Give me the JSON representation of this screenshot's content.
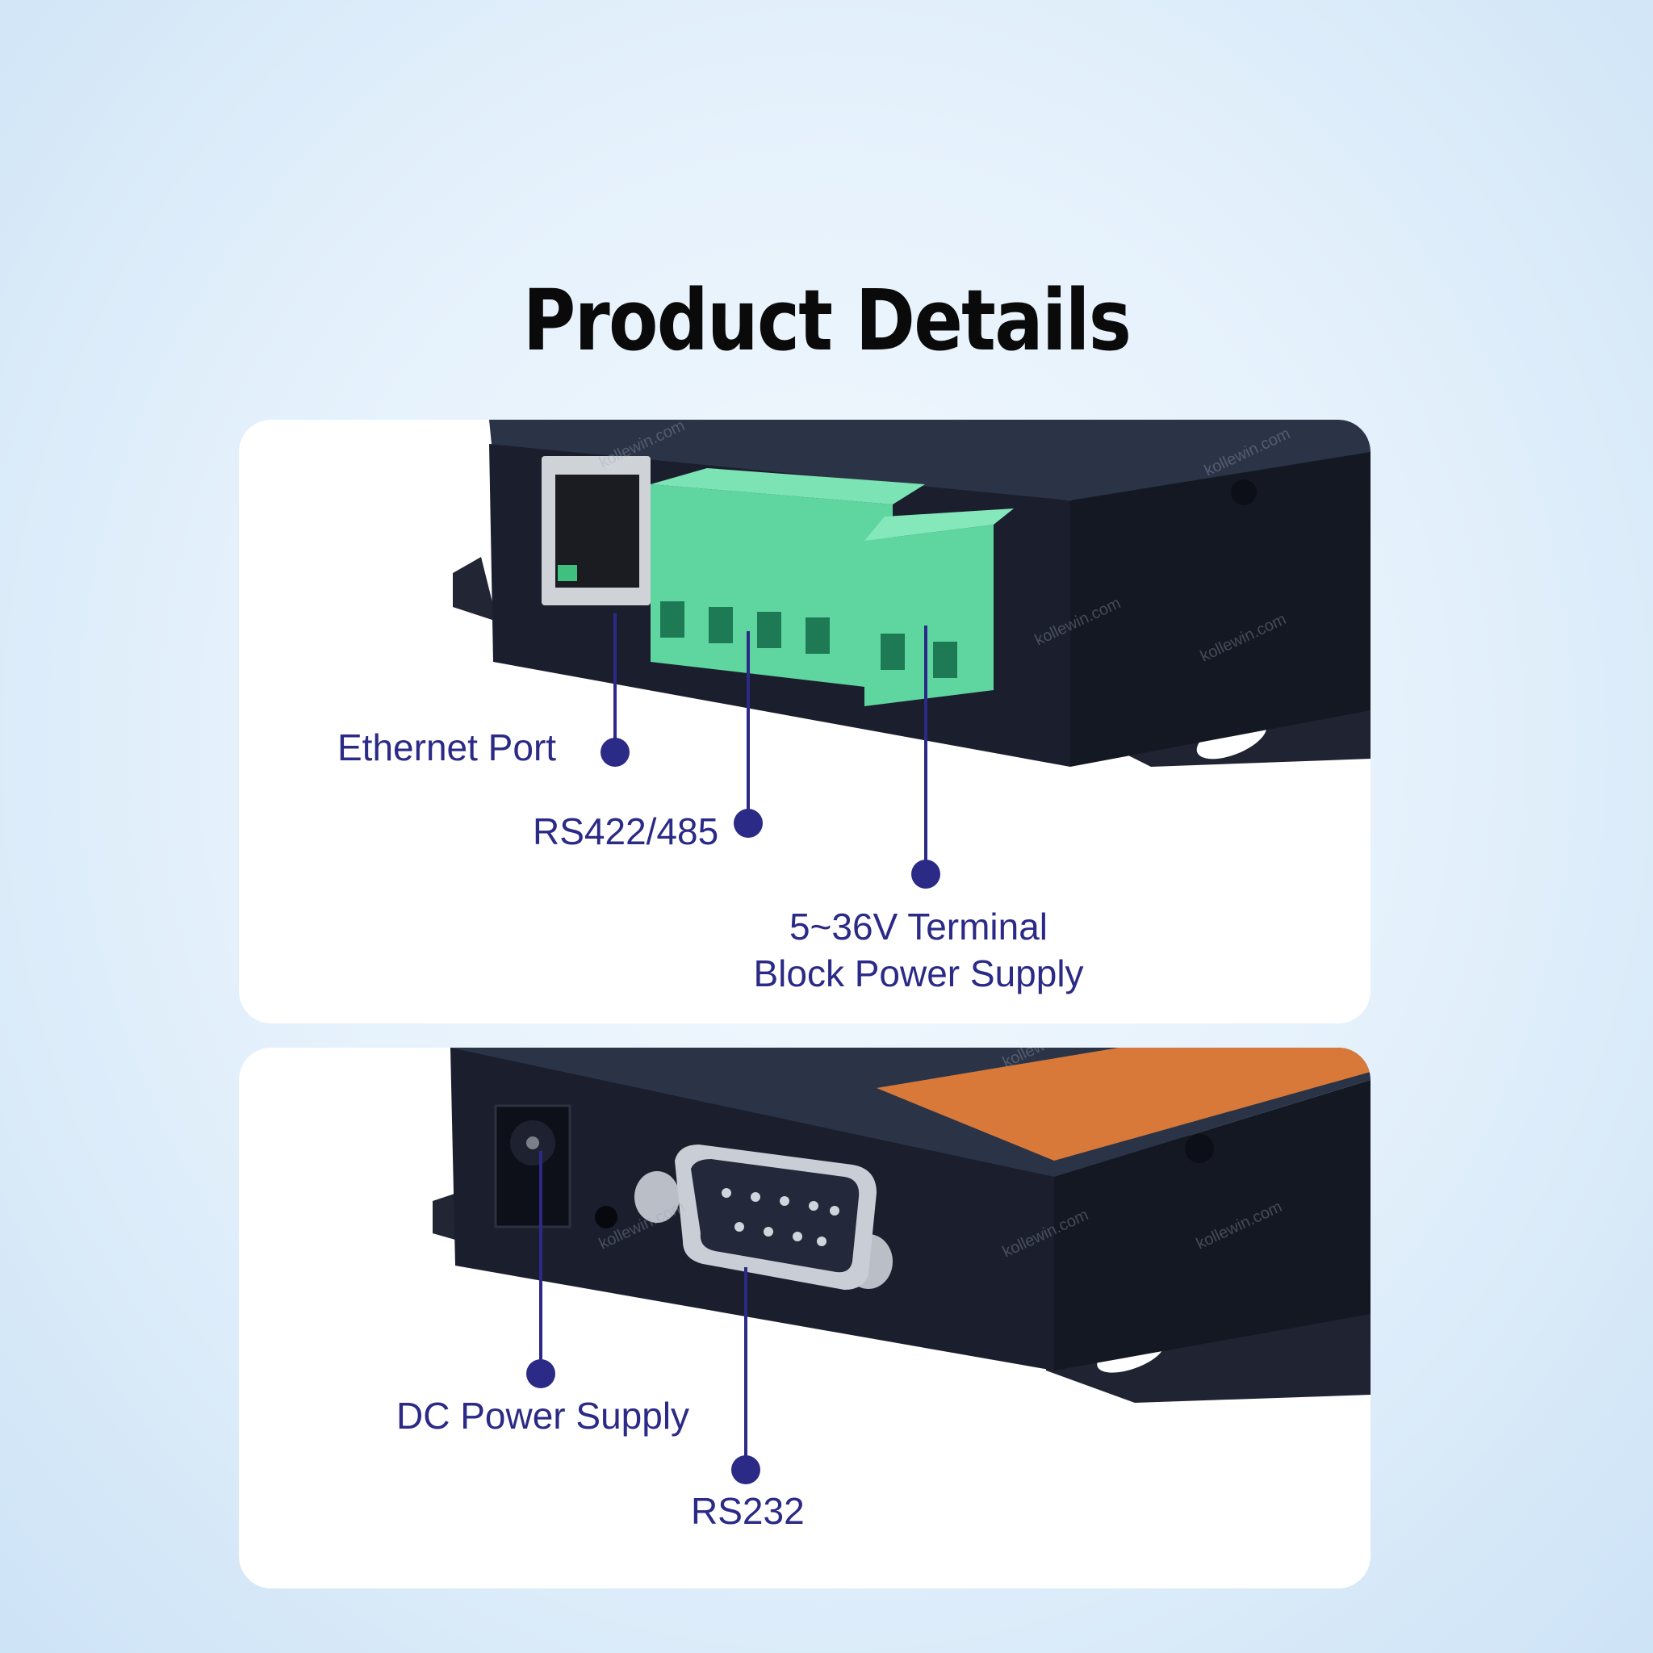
{
  "title": "Product Details",
  "colors": {
    "accent": "#2b2a86",
    "device_body": "#1c2030",
    "terminal_green": "#5fd6a0",
    "panel_orange": "#d8793a"
  },
  "watermark": "kollewin.com",
  "panel_top": {
    "labels": {
      "ethernet": "Ethernet Port",
      "rs485": "RS422/485",
      "power_line1": "5~36V Terminal",
      "power_line2": "Block Power Supply"
    }
  },
  "panel_bottom": {
    "labels": {
      "dc": "DC Power Supply",
      "rs232": "RS232"
    }
  }
}
